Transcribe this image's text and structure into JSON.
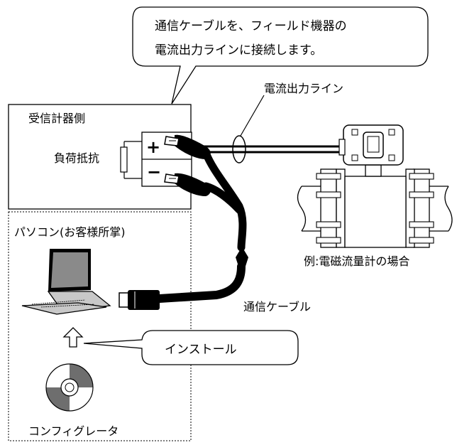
{
  "callout_top": {
    "line1": "通信ケーブルを、フィールド機器の",
    "line2": "電流出力ラインに接続します。"
  },
  "receiver": {
    "title": "受信計器側",
    "load_label": "負荷抵抗",
    "plus_symbol": "+",
    "minus_symbol": "−"
  },
  "pc_area": {
    "title": "パソコン(お客様所掌)"
  },
  "current_line_label": "電流出力ライン",
  "flowmeter_caption": "例:電磁流量計の場合",
  "cable_label": "通信ケーブル",
  "install_label": "インストール",
  "configurator_label": "コンフィグレータ",
  "colors": {
    "line": "#000000",
    "screen": "#8a8a8a",
    "laptop_body": "#c8c8c8",
    "cd": "#6e6e6e",
    "background": "#ffffff"
  }
}
